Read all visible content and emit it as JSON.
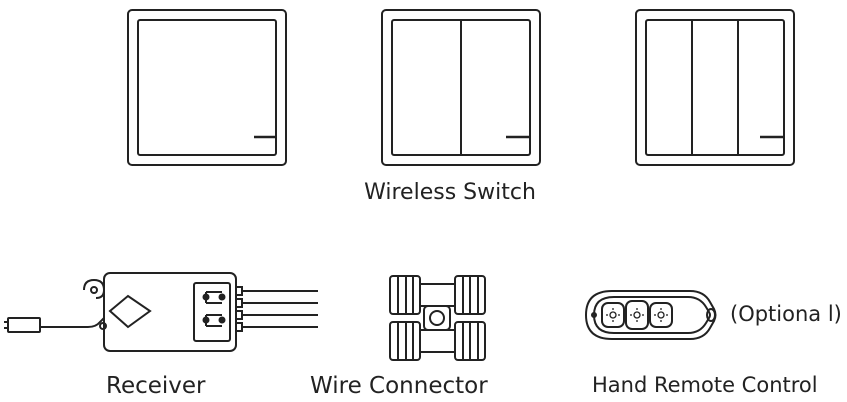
{
  "labels": {
    "wireless_switch": "Wireless Switch",
    "receiver": "Receiver",
    "wire_connector": "Wire Connector",
    "hand_remote": "Hand Remote Control",
    "optional": "(Optiona l)"
  },
  "switches": [
    {
      "gangs": 1
    },
    {
      "gangs": 2
    },
    {
      "gangs": 3
    }
  ],
  "colors": {
    "stroke": "#222222",
    "background": "#ffffff"
  }
}
